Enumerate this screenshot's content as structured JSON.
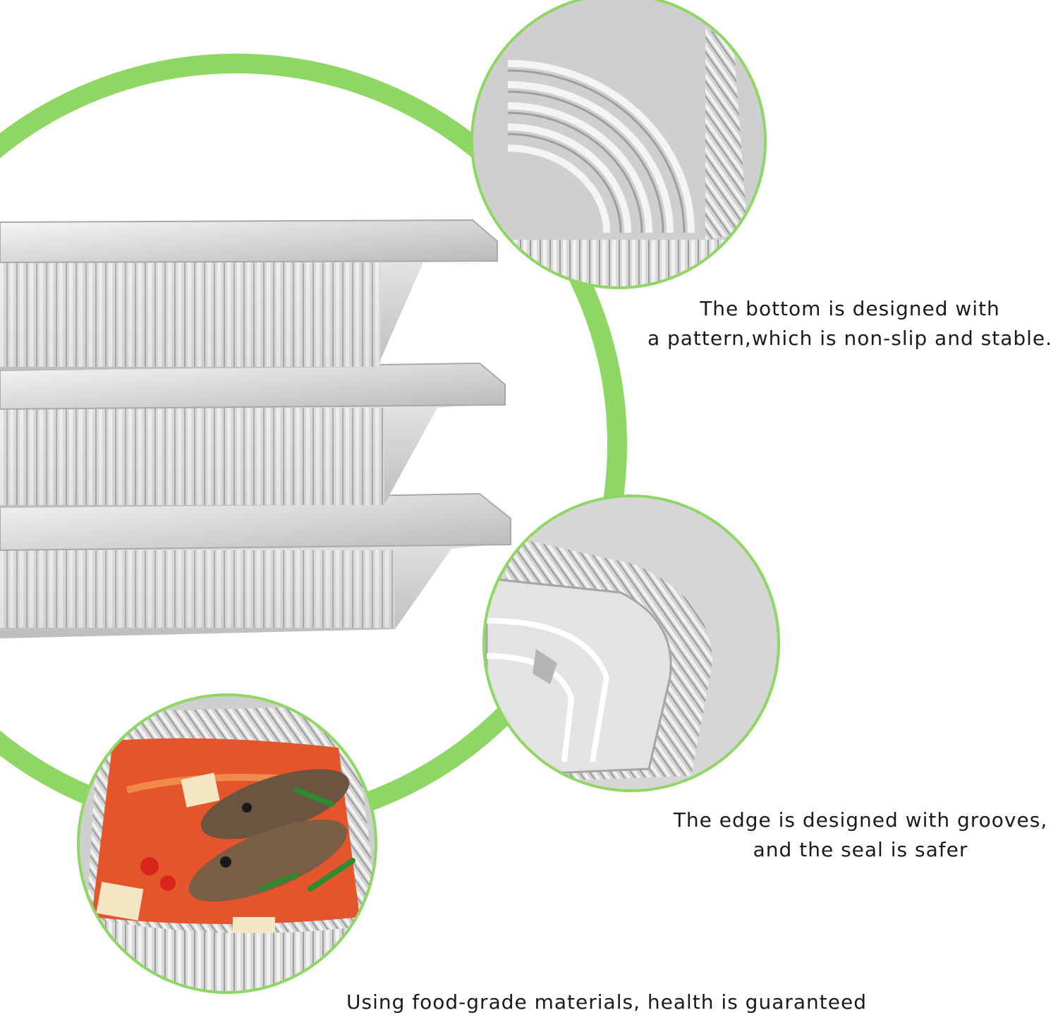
{
  "colors": {
    "accent_ring": "#7ed957",
    "foil_light": "#e9e9e9",
    "foil_mid": "#c8c8c8",
    "foil_dark": "#8f8f8f",
    "sauce": "#e5552c",
    "tofu": "#f3e6c4",
    "fish": "#6b5540",
    "chive": "#2f8a2f",
    "text": "#1a1a1a"
  },
  "captions": {
    "bottom_line1": "The bottom is designed with",
    "bottom_line2": "a pattern,which is non-slip and stable.",
    "edge_line1": "The edge is designed with grooves,",
    "edge_line2": "and the seal is safer",
    "material": "Using food-grade materials, health is guaranteed"
  }
}
